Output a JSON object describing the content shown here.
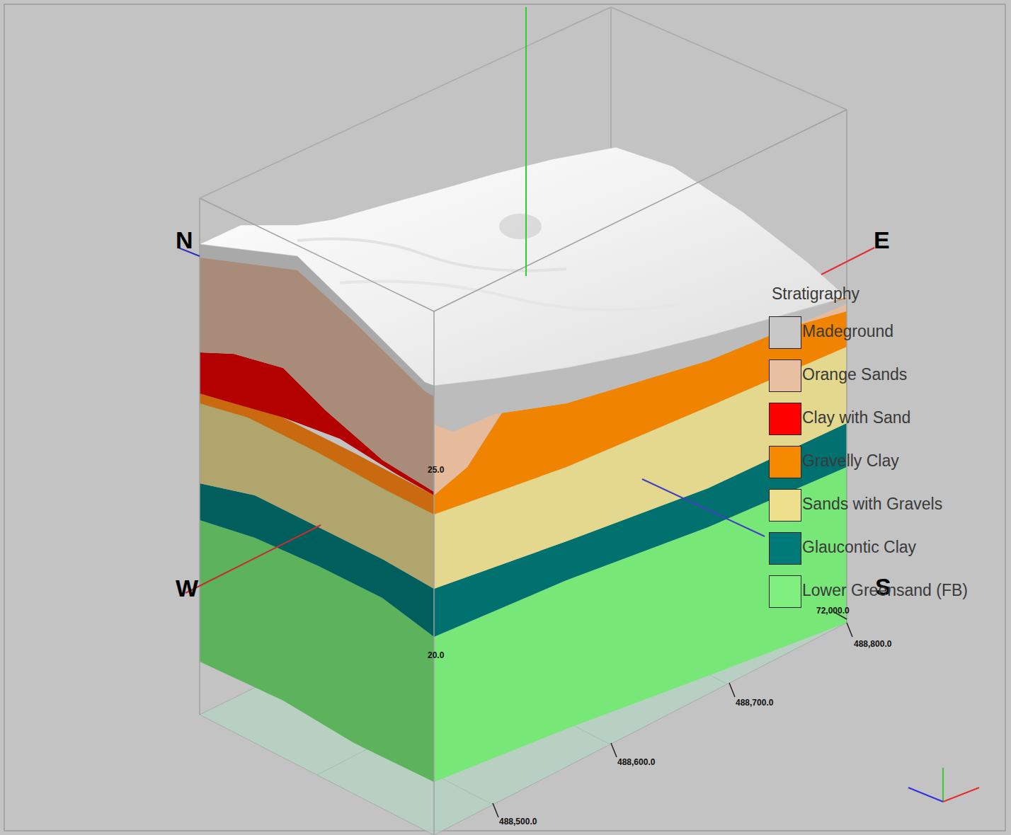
{
  "diagram": {
    "labels": [
      "N",
      "E",
      "W",
      "S",
      "Stratigraphy",
      "25.0",
      "20.0",
      "72,000.0",
      "488,800.0",
      "488,700.0",
      "488,600.0",
      "488,500.0"
    ],
    "legend": [
      {
        "text": "Madeground",
        "color": "#c8c8c8"
      },
      {
        "text": "Orange Sands",
        "color": "#e8bfa0"
      },
      {
        "text": "Clay with Sand",
        "color": "#ff0000"
      },
      {
        "text": "Gravelly Clay",
        "color": "#f58a00"
      },
      {
        "text": "Sands with Gravels",
        "color": "#eedf8c"
      },
      {
        "text": "Glaucontic Clay",
        "color": "#007a78"
      },
      {
        "text": "Lower Greensand (FB)",
        "color": "#7eef7e"
      }
    ]
  }
}
